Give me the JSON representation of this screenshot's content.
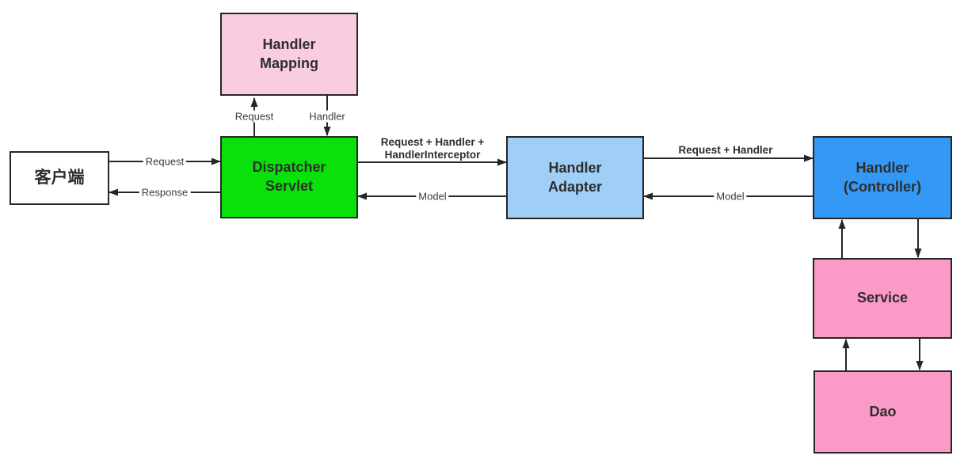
{
  "boxes": {
    "client": {
      "label": "客户端",
      "fill": "#ffffff"
    },
    "handler_mapping": {
      "line1": "Handler",
      "line2": "Mapping",
      "fill": "#facce1"
    },
    "dispatcher_servlet": {
      "line1": "Dispatcher",
      "line2": "Servlet",
      "fill": "#0ae10a"
    },
    "handler_adapter": {
      "line1": "Handler",
      "line2": "Adapter",
      "fill": "#9fcef7"
    },
    "handler_controller": {
      "line1": "Handler",
      "line2": "(Controller)",
      "fill": "#3498f5"
    },
    "service": {
      "label": "Service",
      "fill": "#fb99c9"
    },
    "dao": {
      "label": "Dao",
      "fill": "#fb99c9"
    }
  },
  "arrow_labels": {
    "client_to_dispatcher": "Request",
    "dispatcher_to_client": "Response",
    "dispatcher_to_mapping": "Request",
    "mapping_to_dispatcher": "Handler",
    "dispatcher_to_adapter_line1": "Request + Handler +",
    "dispatcher_to_adapter_line2": "HandlerInterceptor",
    "adapter_to_dispatcher": "Model",
    "adapter_to_controller": "Request + Handler",
    "controller_to_adapter": "Model"
  },
  "colors": {
    "line": "#262626",
    "box_border": "#262626",
    "box_text": "#2d2d2d",
    "label_text": "#3b3b3b",
    "mapping_pink": "#facce1",
    "dispatcher_green": "#0ae10a",
    "adapter_light_blue": "#9fcef7",
    "controller_blue": "#3498f5",
    "service_dao_pink": "#fb99c9",
    "client_white": "#ffffff",
    "background": "#ffffff"
  }
}
